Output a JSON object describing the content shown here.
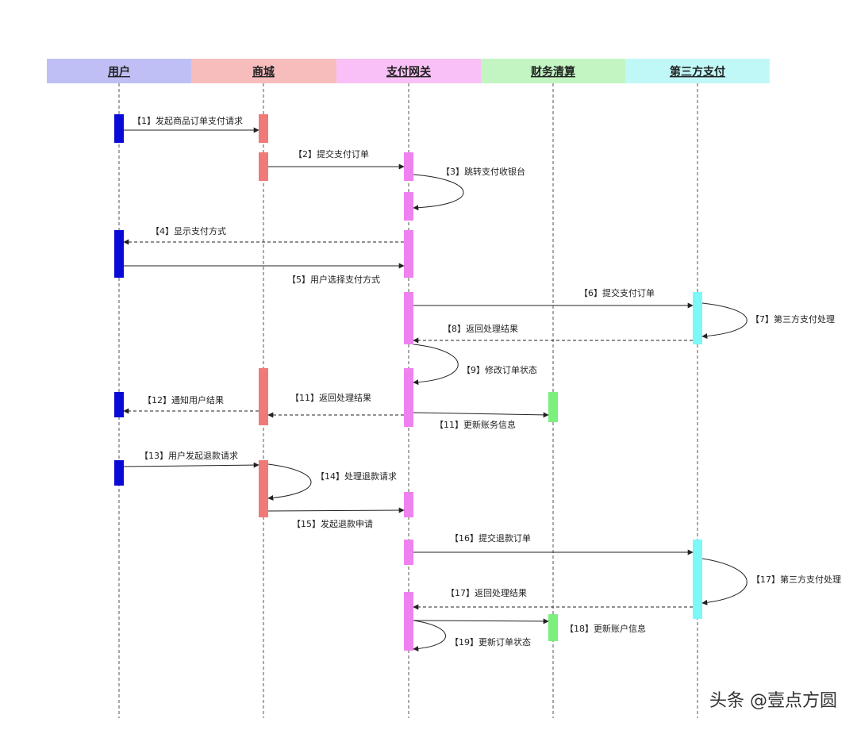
{
  "participants": [
    {
      "id": "user",
      "label": "用户",
      "header_color": "#bfbff5",
      "bar_color": "#0a0ad6"
    },
    {
      "id": "mall",
      "label": "商城",
      "header_color": "#f7bdbd",
      "bar_color": "#f07a78"
    },
    {
      "id": "gateway",
      "label": "支付网关",
      "header_color": "#f8c0f6",
      "bar_color": "#f082f0"
    },
    {
      "id": "finance",
      "label": "财务清算",
      "header_color": "#c2f5c2",
      "bar_color": "#7cf07c"
    },
    {
      "id": "third",
      "label": "第三方支付",
      "header_color": "#c0f8f8",
      "bar_color": "#7cf8f8"
    }
  ],
  "messages": [
    {
      "label": "【1】发起商品订单支付请求",
      "from": "user",
      "to": "mall",
      "style": "solid"
    },
    {
      "label": "【2】提交支付订单",
      "from": "mall",
      "to": "gateway",
      "style": "solid"
    },
    {
      "label": "【3】跳转支付收银台",
      "from": "gateway",
      "to": "gateway",
      "style": "self"
    },
    {
      "label": "【4】显示支付方式",
      "from": "gateway",
      "to": "user",
      "style": "dashed"
    },
    {
      "label": "【5】用户选择支付方式",
      "from": "user",
      "to": "gateway",
      "style": "solid"
    },
    {
      "label": "【6】提交支付订单",
      "from": "gateway",
      "to": "third",
      "style": "solid"
    },
    {
      "label": "【7】第三方支付处理",
      "from": "third",
      "to": "third",
      "style": "self"
    },
    {
      "label": "【8】返回处理结果",
      "from": "third",
      "to": "gateway",
      "style": "dashed"
    },
    {
      "label": "【9】修改订单状态",
      "from": "gateway",
      "to": "gateway",
      "style": "self"
    },
    {
      "label": "【11】返回处理结果",
      "from": "gateway",
      "to": "mall",
      "style": "dashed"
    },
    {
      "label": "【11】更新账务信息",
      "from": "gateway",
      "to": "finance",
      "style": "solid"
    },
    {
      "label": "【12】通知用户结果",
      "from": "mall",
      "to": "user",
      "style": "dashed"
    },
    {
      "label": "【13】用户发起退款请求",
      "from": "user",
      "to": "mall",
      "style": "solid"
    },
    {
      "label": "【14】处理退款请求",
      "from": "mall",
      "to": "mall",
      "style": "self"
    },
    {
      "label": "【15】发起退款申请",
      "from": "mall",
      "to": "gateway",
      "style": "solid"
    },
    {
      "label": "【16】提交退款订单",
      "from": "gateway",
      "to": "third",
      "style": "solid"
    },
    {
      "label": "【17】第三方支付处理",
      "from": "third",
      "to": "third",
      "style": "self"
    },
    {
      "label": "【17】返回处理结果",
      "from": "third",
      "to": "gateway",
      "style": "dashed"
    },
    {
      "label": "【18】更新账户信息",
      "from": "gateway",
      "to": "finance",
      "style": "solid"
    },
    {
      "label": "【19】更新订单状态",
      "from": "gateway",
      "to": "gateway",
      "style": "self"
    }
  ],
  "watermark": "头条 @壹点方圆"
}
